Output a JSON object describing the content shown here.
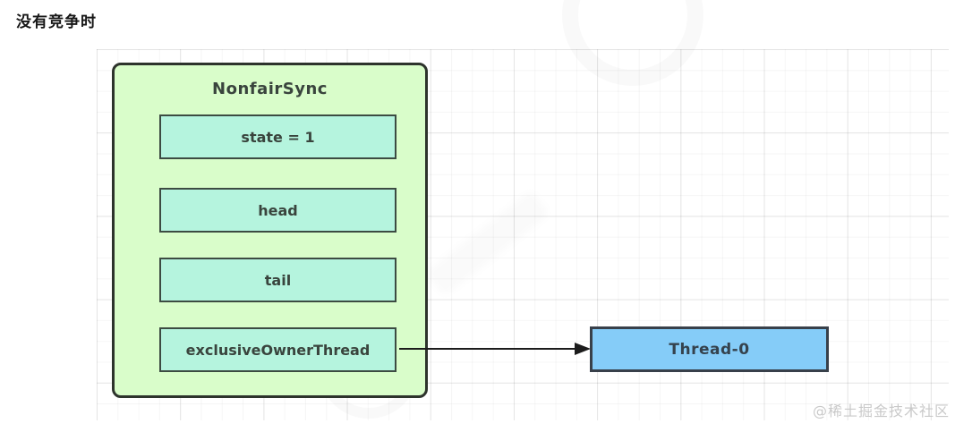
{
  "page": {
    "heading": "没有竞争时",
    "watermark": "@稀土掘金技术社区"
  },
  "diagram": {
    "class_box": {
      "title": "NonfairSync",
      "fields": [
        {
          "label": "state = 1"
        },
        {
          "label": "head"
        },
        {
          "label": "tail"
        },
        {
          "label": "exclusiveOwnerThread"
        }
      ]
    },
    "thread_box": {
      "label": "Thread-0"
    },
    "arrow": {
      "from": "exclusiveOwnerThread",
      "to": "Thread-0"
    }
  },
  "colors": {
    "class-fill": "#d9fdca",
    "field-fill": "#b5f4de",
    "field-border": "#3c4b42",
    "box-border": "#2d332c",
    "thread-fill": "#85ccf8",
    "thread-border": "#38404a",
    "text": "#39443d",
    "arrow": "#1c1c1c",
    "heading-text": "#161616",
    "watermark-text": "#c9c9c9"
  }
}
